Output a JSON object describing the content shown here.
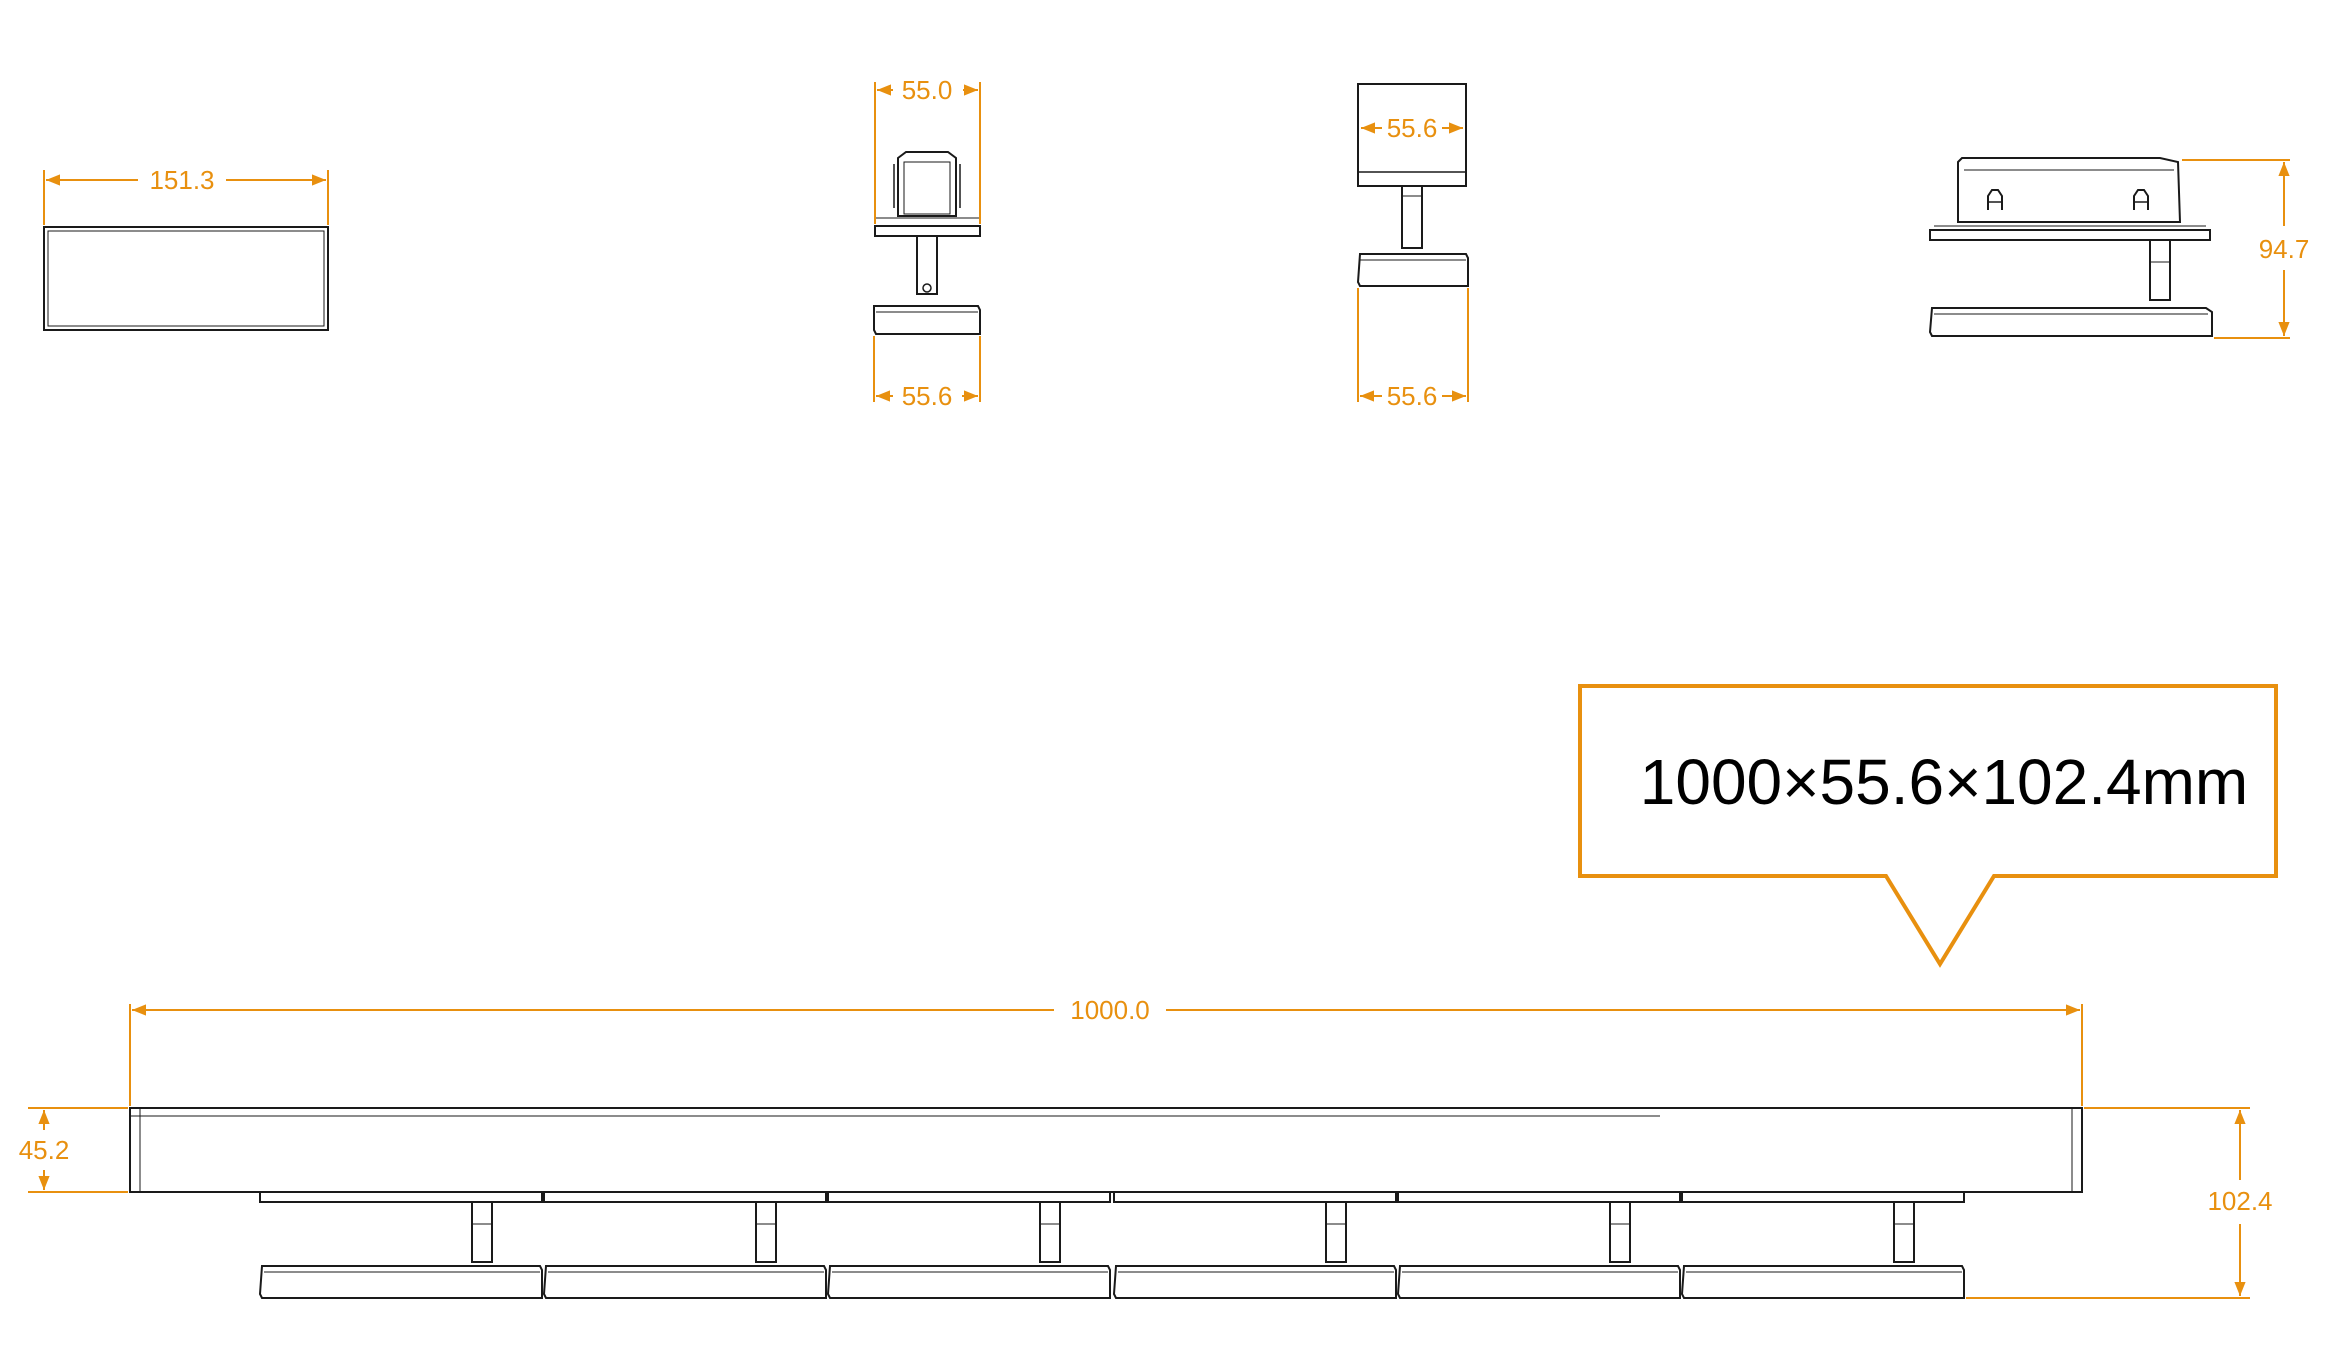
{
  "colors": {
    "dimension": "#E8900F",
    "outline": "#1a1a1a",
    "callout_border": "#E8900F",
    "background": "#ffffff"
  },
  "dimensions": {
    "side_width": "151.3",
    "end_top_width": "55.0",
    "end_bottom_width": "55.6",
    "rear_top_width": "55.6",
    "rear_bottom_width": "55.6",
    "profile_height": "94.7",
    "front_length": "1000.0",
    "front_body_height": "45.2",
    "front_total_height": "102.4"
  },
  "callout": {
    "text": "1000×55.6×102.4mm"
  }
}
